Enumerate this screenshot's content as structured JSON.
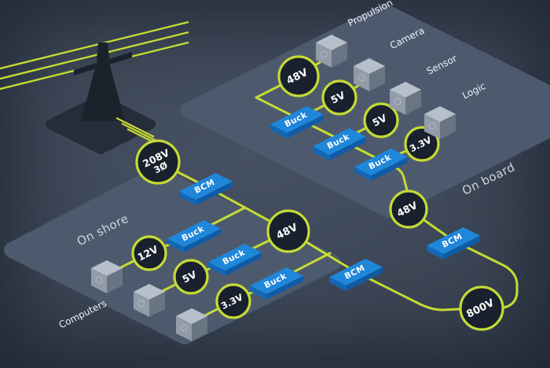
{
  "palette": {
    "accent_green": "#c6da35",
    "converter_blue": "#1f87da",
    "node_fill": "#18212d",
    "background": "#3e4858",
    "platform": "#4d5a6e",
    "cube_gray": "#929ca8",
    "text_white": "#ffffff"
  },
  "platforms": {
    "shore_label": "On shore",
    "board_label": "On board"
  },
  "grid_node": {
    "voltage": "208V",
    "phase": "3Ø"
  },
  "converters": {
    "bcm_label": "BCM",
    "buck_label": "Buck"
  },
  "nodes": {
    "shore_bus_48": "48V",
    "rail_12": "12V",
    "rail_5": "5V",
    "rail_3_3": "3.3V",
    "board_bus_48_top": "48V",
    "board_rail_5_a": "5V",
    "board_rail_5_b": "5V",
    "board_rail_3_3": "3.3V",
    "board_bus_48_right": "48V",
    "dc_link_800": "800V"
  },
  "loads": {
    "computers": "Computers",
    "propulsion": "Propulsion",
    "camera": "Camera",
    "sensor": "Sensor",
    "logic": "Logic"
  }
}
